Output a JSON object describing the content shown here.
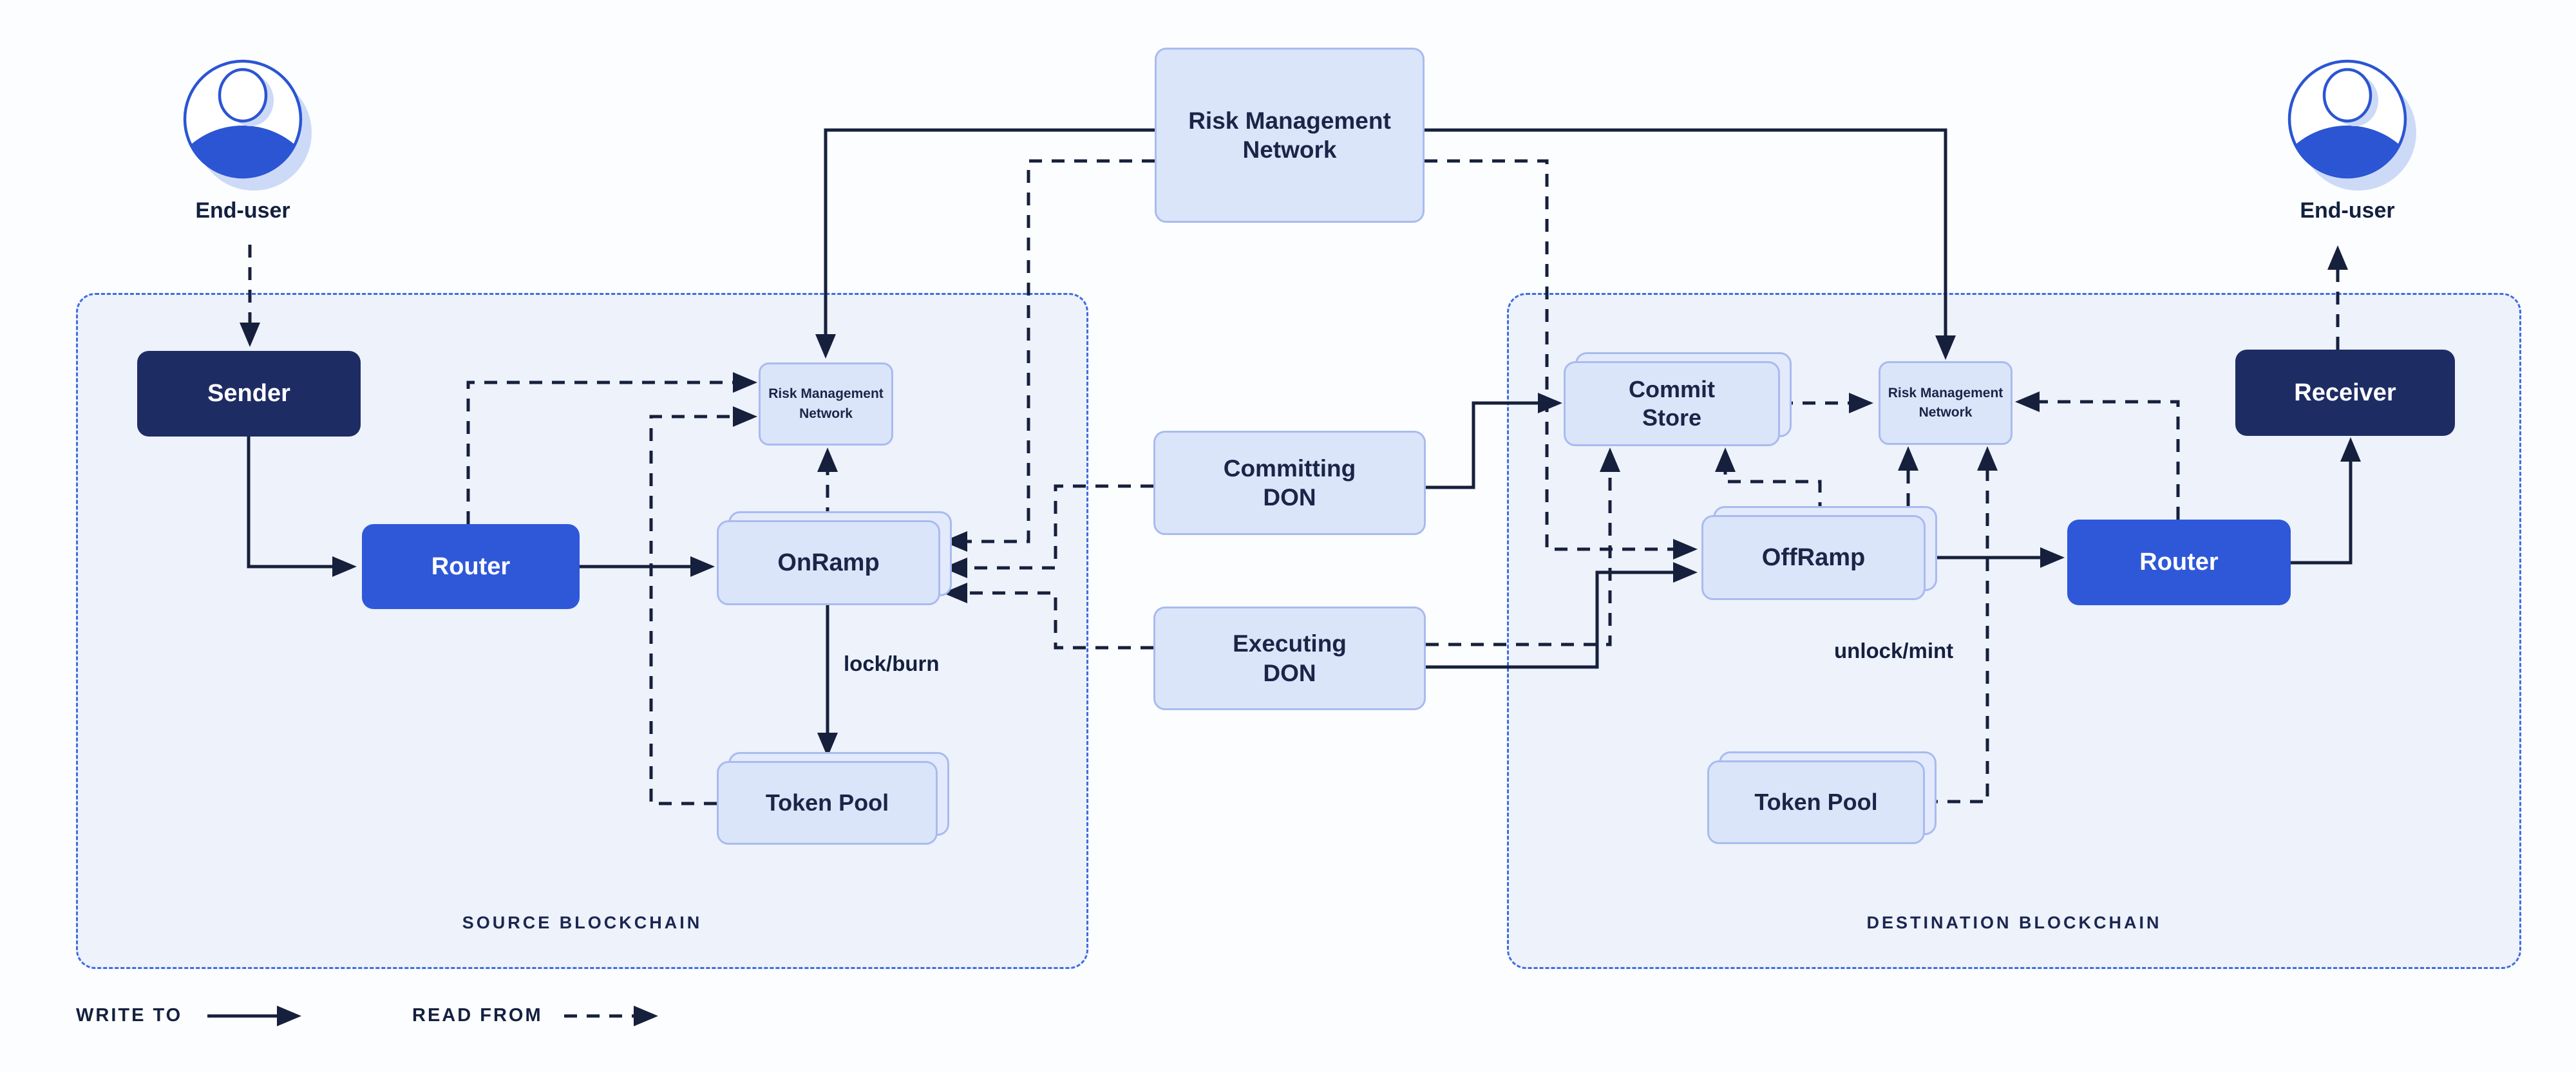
{
  "colors": {
    "page_bg": "#fcfdff",
    "container_fill": "#edf2fb",
    "container_border": "#3f6ce2",
    "light_box_fill": "#dbe5fa",
    "light_box_back_fill": "#e3eafc",
    "light_box_border": "#a9bbee",
    "dark_box_fill": "#1e2c64",
    "blue_box_fill": "#2f58d8",
    "line_color": "#16203c",
    "user_icon_blue": "#2b55d3",
    "user_icon_shadow": "#ccdaf7",
    "text_navy": "#1b2547"
  },
  "rmn_top": {
    "line1": "Risk Management",
    "line2": "Network"
  },
  "left_user": {
    "label": "End-user"
  },
  "right_user": {
    "label": "End-user"
  },
  "source": {
    "caption": "SOURCE BLOCKCHAIN",
    "sender": "Sender",
    "router": "Router",
    "onramp": "OnRamp",
    "rmn": {
      "line1": "Risk Management",
      "line2": "Network"
    },
    "token_pool": "Token Pool",
    "lock_burn": "lock/burn"
  },
  "middle": {
    "committing_don": {
      "line1": "Committing",
      "line2": "DON"
    },
    "executing_don": {
      "line1": "Executing",
      "line2": "DON"
    }
  },
  "destination": {
    "caption": "DESTINATION BLOCKCHAIN",
    "commit_store": {
      "line1": "Commit",
      "line2": "Store"
    },
    "rmn": {
      "line1": "Risk Management",
      "line2": "Network"
    },
    "offramp": "OffRamp",
    "router": "Router",
    "receiver": "Receiver",
    "token_pool": "Token Pool",
    "unlock_mint": "unlock/mint"
  },
  "legend": {
    "write": "WRITE TO",
    "read": "READ FROM"
  }
}
